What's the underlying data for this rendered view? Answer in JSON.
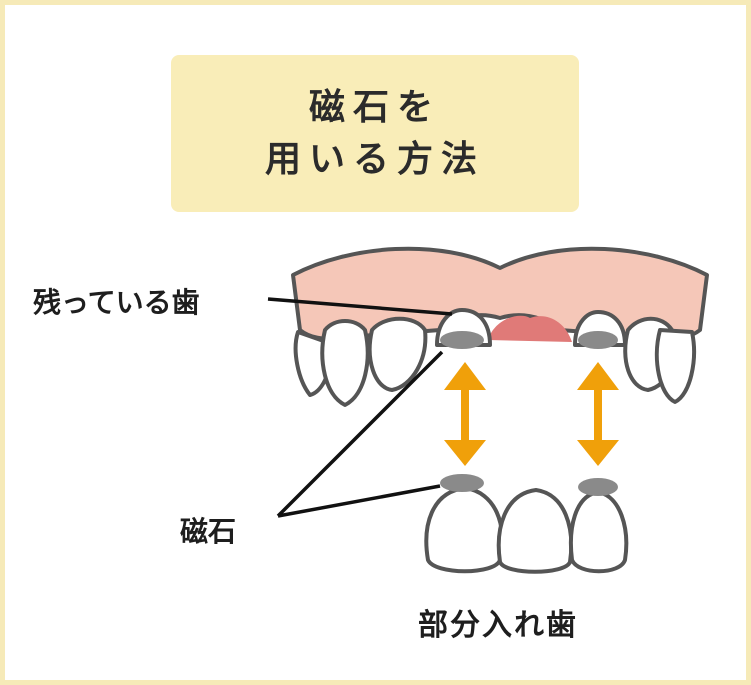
{
  "title": {
    "line1": "磁石を",
    "line2": "用いる方法"
  },
  "labels": {
    "remaining_teeth": "残っている歯",
    "magnet": "磁石",
    "partial_denture": "部分入れ歯"
  },
  "colors": {
    "frame_border": "#f6eab8",
    "title_bg": "#f9edb8",
    "gum": "#f5c7b8",
    "gum_dark": "#e07a78",
    "outline": "#555555",
    "tooth": "#ffffff",
    "magnet": "#8a8a8a",
    "arrow": "#f0a00a",
    "leader_line": "#111111"
  },
  "icons": [
    "upper-jaw-icon",
    "lower-denture-icon",
    "magnet-icon",
    "double-arrow-icon"
  ]
}
